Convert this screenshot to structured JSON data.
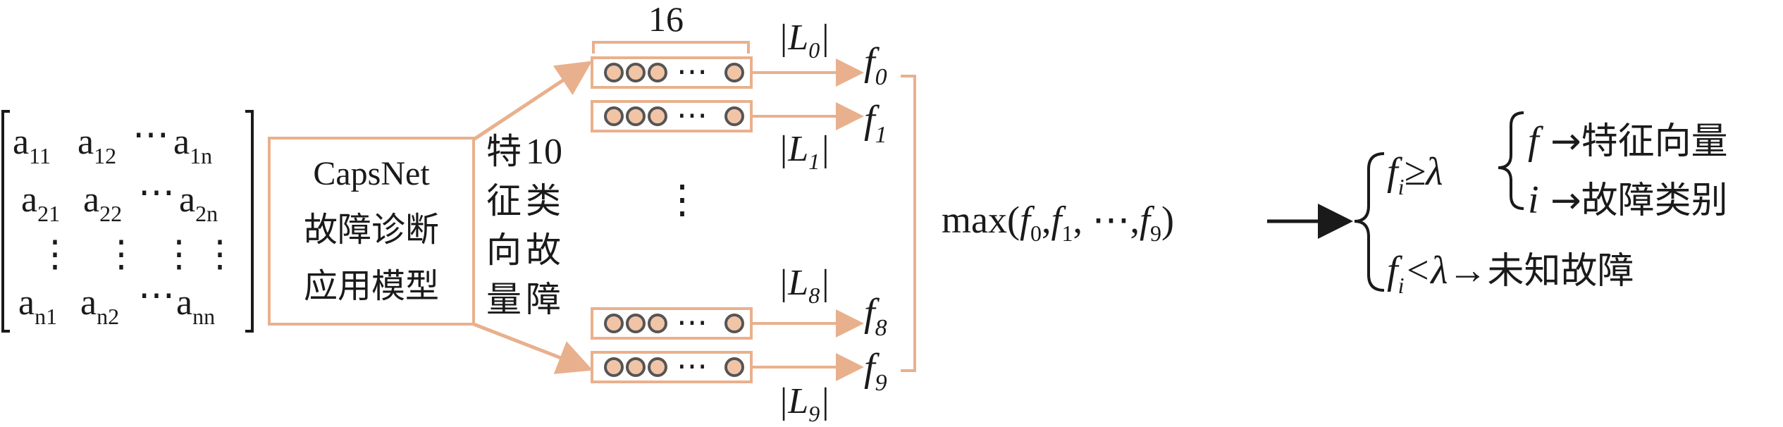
{
  "colors": {
    "accent": "#e9b08d",
    "node_fill": "#f2c4a6",
    "node_stroke": "#555555",
    "ink": "#1a1a1a"
  },
  "matrix": {
    "rows": [
      [
        {
          "b": "a",
          "s": "11"
        },
        {
          "b": "a",
          "s": "12"
        },
        {
          "b": "⋯",
          "s": ""
        },
        {
          "b": "a",
          "s": "1n"
        }
      ],
      [
        {
          "b": "a",
          "s": "21"
        },
        {
          "b": "a",
          "s": "22"
        },
        {
          "b": "⋯",
          "s": ""
        },
        {
          "b": "a",
          "s": "2n"
        }
      ],
      [
        {
          "b": "⋮",
          "s": ""
        },
        {
          "b": "⋮",
          "s": ""
        },
        {
          "b": "⋮",
          "s": ""
        },
        {
          "b": "⋮",
          "s": ""
        }
      ],
      [
        {
          "b": "a",
          "s": "n1"
        },
        {
          "b": "a",
          "s": "n2"
        },
        {
          "b": "⋯",
          "s": ""
        },
        {
          "b": "a",
          "s": "nn"
        }
      ]
    ]
  },
  "model_box": {
    "lines": [
      "CapsNet",
      "故障诊断",
      "应用模型"
    ]
  },
  "caption_left": [
    "特",
    "征",
    "向",
    "量"
  ],
  "caption_right": [
    "10",
    "类",
    "故",
    "障"
  ],
  "capsule_width_label": "16",
  "capsules": [
    {
      "norm_base": "|L",
      "norm_sub": "0",
      "norm_close": "|",
      "out_base": "f",
      "out_sub": "0"
    },
    {
      "norm_base": "|L",
      "norm_sub": "1",
      "norm_close": "|",
      "out_base": "f",
      "out_sub": "1"
    },
    {
      "norm_base": "|L",
      "norm_sub": "8",
      "norm_close": "|",
      "out_base": "f",
      "out_sub": "8"
    },
    {
      "norm_base": "|L",
      "norm_sub": "9",
      "norm_close": "|",
      "out_base": "f",
      "out_sub": "9"
    }
  ],
  "capsule_dots": "⋯",
  "vertical_ellipsis": "⋮",
  "max_expr": {
    "prefix": "max(",
    "t1": "f",
    "s1": "0",
    "c1": ",",
    "t2": "f",
    "s2": "1",
    "c2": ", ",
    "dots": "⋯",
    "c3": ",",
    "t3": "f",
    "s3": "9",
    "suffix": ")"
  },
  "decision": {
    "known": {
      "var": "f",
      "sub": "i",
      "op": "≥λ"
    },
    "known_branches": [
      {
        "sym": "f",
        "arrow": " →",
        "label": "特征向量"
      },
      {
        "sym": "i",
        "arrow": " →",
        "label": "故障类别"
      }
    ],
    "unknown": {
      "var": "f",
      "sub": "i",
      "op": "<λ→",
      "label": "未知故障"
    }
  }
}
